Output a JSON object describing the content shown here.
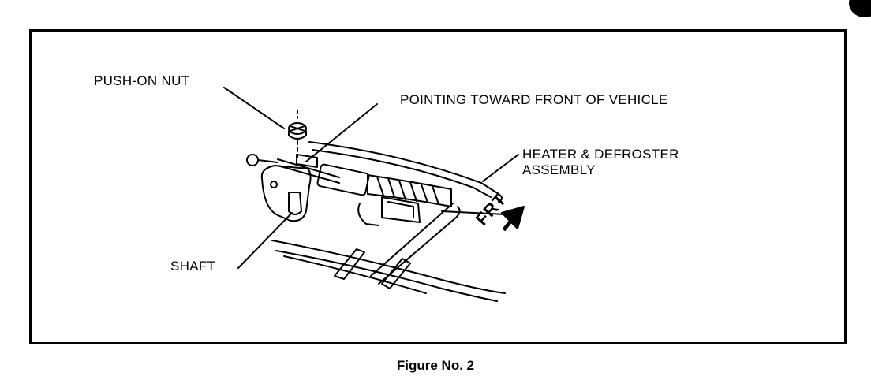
{
  "figure": {
    "caption": "Figure No. 2",
    "labels": {
      "push_on_nut": "PUSH-ON NUT",
      "pointing": "POINTING TOWARD FRONT OF VEHICLE",
      "heater_line1": "HEATER & DEFROSTER",
      "heater_line2": "ASSEMBLY",
      "shaft": "SHAFT",
      "frt": "FRT"
    }
  }
}
